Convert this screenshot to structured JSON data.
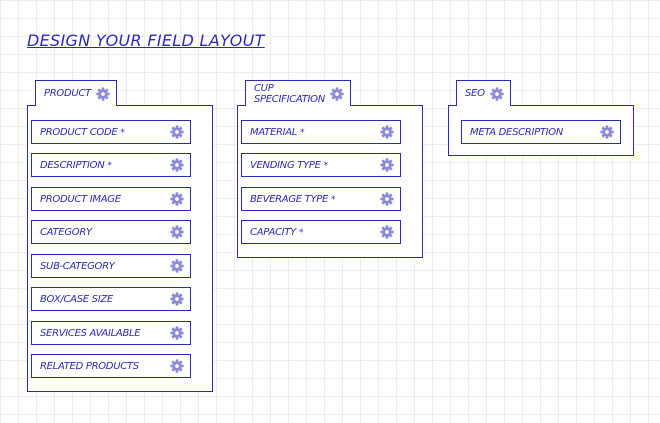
{
  "page": {
    "title": "DESIGN YOUR FIELD LAYOUT"
  },
  "colors": {
    "accent": "#2b2bb3",
    "gear": "#8a8ad6",
    "grid": "#ececf3"
  },
  "groups": [
    {
      "title": "PRODUCT",
      "fields": [
        {
          "label": "PRODUCT CODE",
          "required": "*"
        },
        {
          "label": "DESCRIPTION",
          "required": "*"
        },
        {
          "label": "PRODUCT IMAGE",
          "required": ""
        },
        {
          "label": "CATEGORY",
          "required": ""
        },
        {
          "label": "SUB-CATEGORY",
          "required": ""
        },
        {
          "label": "BOX/CASE SIZE",
          "required": ""
        },
        {
          "label": "SERVICES AVAILABLE",
          "required": ""
        },
        {
          "label": "RELATED PRODUCTS",
          "required": ""
        }
      ]
    },
    {
      "title": "CUP SPECIFICATION",
      "fields": [
        {
          "label": "MATERIAL",
          "required": "*"
        },
        {
          "label": "VENDING TYPE",
          "required": "*"
        },
        {
          "label": "BEVERAGE TYPE",
          "required": "*"
        },
        {
          "label": "CAPACITY",
          "required": "*"
        }
      ]
    },
    {
      "title": "SEO",
      "fields": [
        {
          "label": "META DESCRIPTION",
          "required": ""
        }
      ]
    }
  ]
}
